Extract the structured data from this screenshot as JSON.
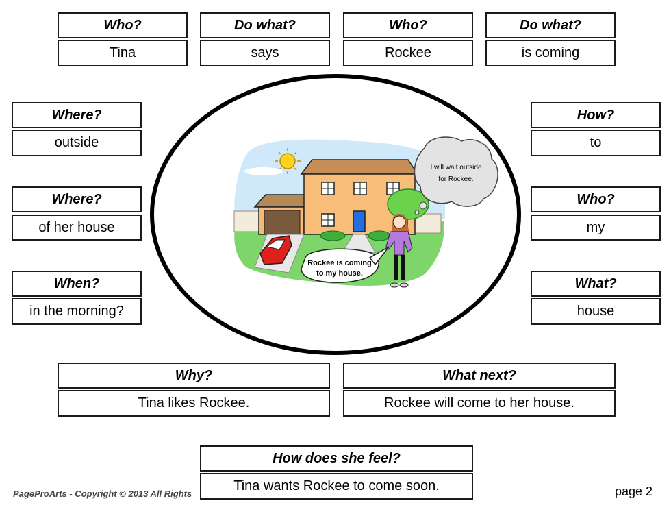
{
  "top": [
    {
      "q": "Who?",
      "a": "Tina"
    },
    {
      "q": "Do what?",
      "a": "says"
    },
    {
      "q": "Who?",
      "a": "Rockee"
    },
    {
      "q": "Do what?",
      "a": "is coming"
    }
  ],
  "left": [
    {
      "q": "Where?",
      "a": "outside"
    },
    {
      "q": "Where?",
      "a": "of her house"
    },
    {
      "q": "When?",
      "a": "in the morning?"
    }
  ],
  "right": [
    {
      "q": "How?",
      "a": "to"
    },
    {
      "q": "Who?",
      "a": "my"
    },
    {
      "q": "What?",
      "a": "house"
    }
  ],
  "bottom": [
    {
      "q": "Why?",
      "a": "Tina likes Rockee."
    },
    {
      "q": "What next?",
      "a": "Rockee will come to her house."
    }
  ],
  "feel": {
    "q": "How does she feel?",
    "a": "Tina wants Rockee to come soon."
  },
  "illustration": {
    "thought_line1": "I will wait outside",
    "thought_line2": "for Rockee.",
    "speech_line1": "Rockee is coming",
    "speech_line2": "to my house."
  },
  "footer": {
    "copyright": "PageProArts - Copyright © 2013 All Rights",
    "page": "page 2"
  }
}
